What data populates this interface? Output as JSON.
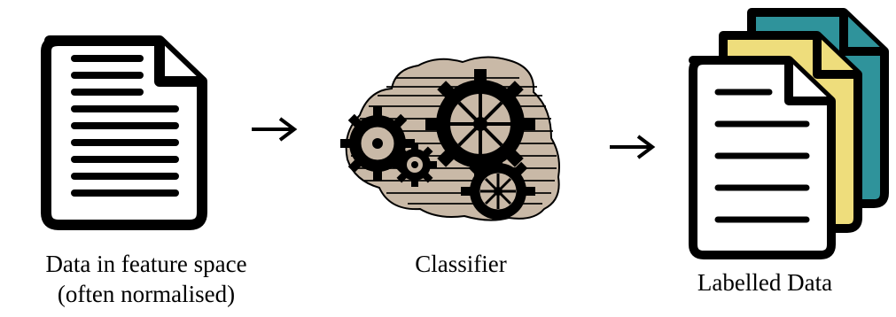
{
  "diagram": {
    "nodes": {
      "input": {
        "label_line1": "Data in feature space",
        "label_line2": "(often normalised)",
        "icon": "document-icon"
      },
      "classifier": {
        "label": "Classifier",
        "icon": "gears-icon"
      },
      "output": {
        "label": "Labelled Data",
        "icon": "stacked-documents-icon"
      }
    },
    "edges": [
      {
        "from": "input",
        "to": "classifier"
      },
      {
        "from": "classifier",
        "to": "output"
      }
    ],
    "colors": {
      "stroke": "#000000",
      "gear_background": "#c9b9a7",
      "doc_teal": "#2f939b",
      "doc_yellow": "#eedd7c",
      "doc_front": "#ffffff"
    }
  }
}
